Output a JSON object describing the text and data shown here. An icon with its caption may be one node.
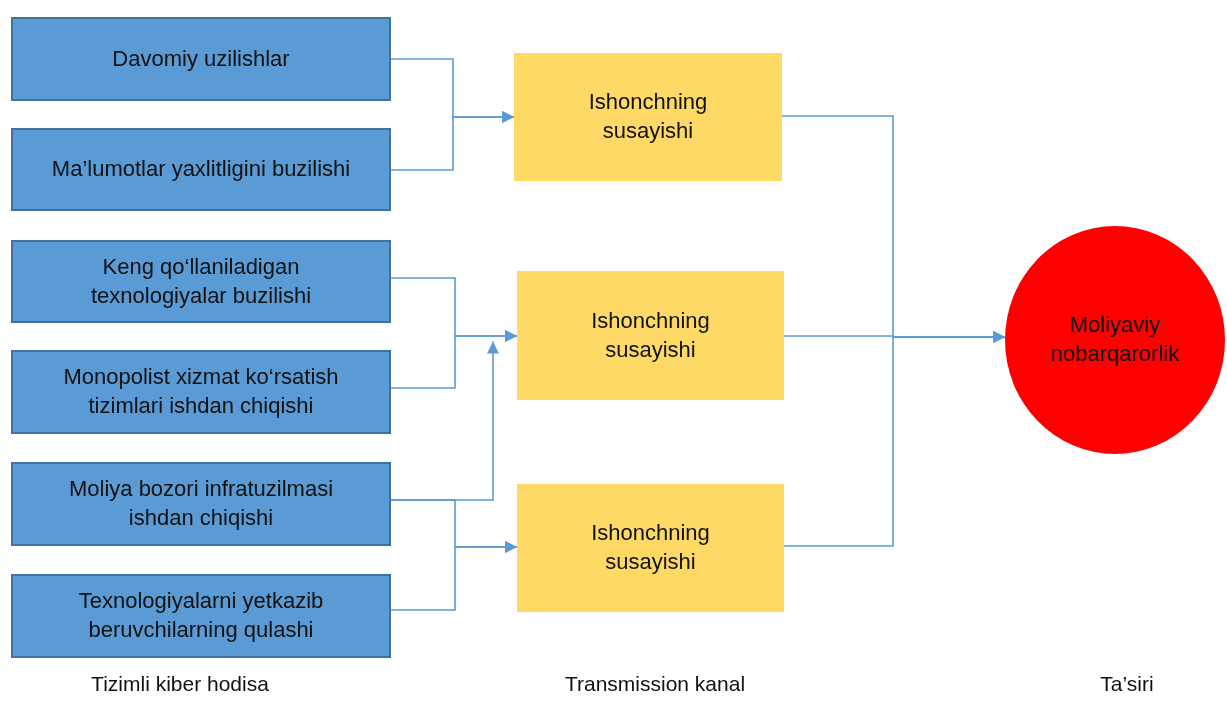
{
  "diagram": {
    "nodes": [
      {
        "text": [
          "Davomiy uzilishlar"
        ]
      },
      {
        "text": [
          "Ma’lumotlar yaxlitligini buzilishi"
        ]
      },
      {
        "text": [
          "Keng qo‘llaniladigan texnologiyalar buzilishi"
        ]
      },
      {
        "text": [
          "Monopolist xizmat ko‘rsatish tizimlari ishdan chiqishi"
        ]
      },
      {
        "text": [
          "Moliya bozori infratuzilmasi ishdan chiqishi"
        ]
      },
      {
        "text": [
          "Texnologiyalarni yetkazib beruvchilarning qulashi"
        ]
      },
      {
        "text": [
          "Ishonchning susayishi"
        ]
      },
      {
        "text": [
          "Ishonchning susayishi"
        ]
      },
      {
        "text": [
          "Ishonchning susayishi"
        ]
      },
      {
        "text": [
          "Moliyaviy nobarqarorlik"
        ]
      }
    ],
    "edges": [
      {
        "from": 0,
        "to": 6,
        "arrow": "to"
      },
      {
        "from": 1,
        "to": 6,
        "arrow": "to"
      },
      {
        "from": 2,
        "to": 7,
        "arrow": "to"
      },
      {
        "from": 3,
        "to": 7,
        "arrow": "to"
      },
      {
        "from": 4,
        "to": 7,
        "arrow": "to"
      },
      {
        "from": 4,
        "to": 8,
        "arrow": "to"
      },
      {
        "from": 5,
        "to": 8,
        "arrow": "to"
      },
      {
        "from": 6,
        "to": 9,
        "arrow": "to"
      },
      {
        "from": 7,
        "to": 9,
        "arrow": "to"
      },
      {
        "from": 8,
        "to": 9,
        "arrow": "to"
      }
    ],
    "labels": [
      "Tizimli kiber hodisa",
      "Transmission kanal",
      "Ta’siri"
    ]
  }
}
